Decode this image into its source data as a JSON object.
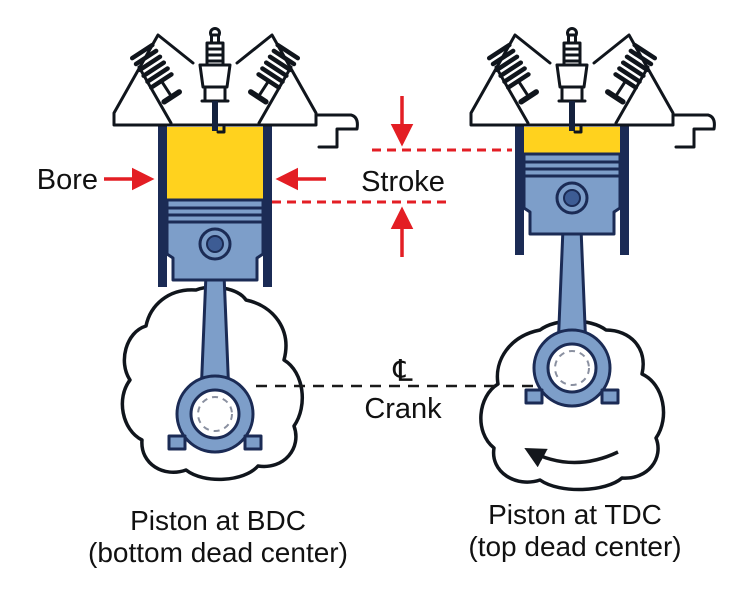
{
  "colors": {
    "background": "#FFFFFF",
    "combustion_yellow": "#FFD21E",
    "piston_blue": "#7D9EC9",
    "outline_navy": "#1B2B55",
    "line_black": "#10151C",
    "arrow_red": "#E31E24"
  },
  "labels": {
    "bore": "Bore",
    "stroke": "Stroke",
    "centerline_symbol": "℄",
    "crank": "Crank"
  },
  "captions": {
    "left_title": "Piston at BDC",
    "left_subtitle": "(bottom dead center)",
    "right_title": "Piston at TDC",
    "right_subtitle": "(top dead center)"
  }
}
